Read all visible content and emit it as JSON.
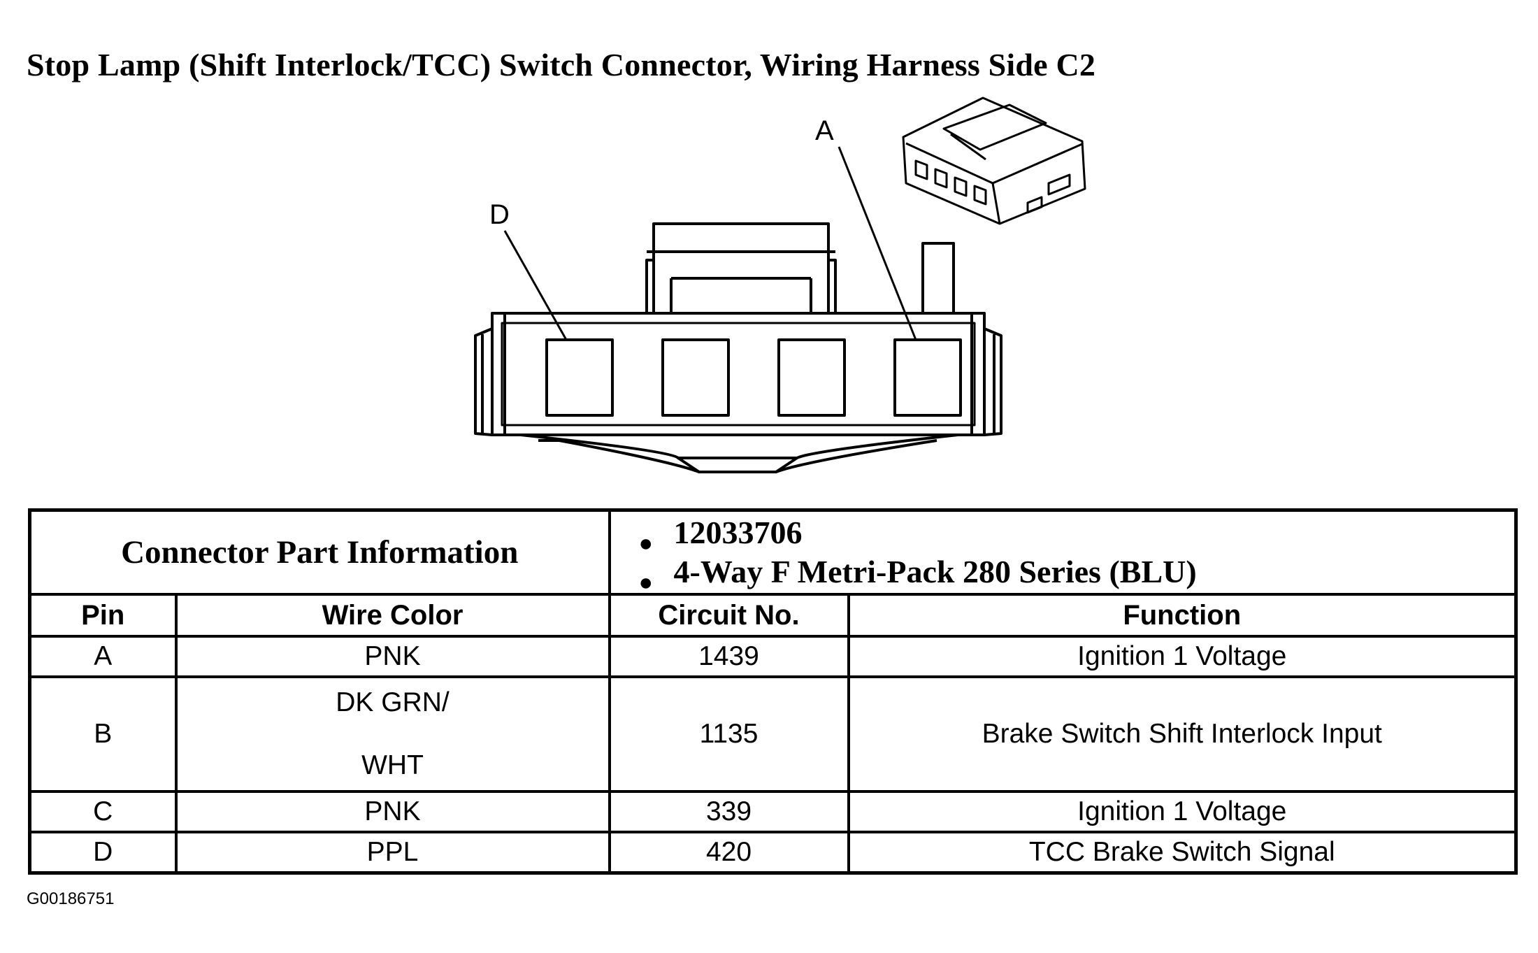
{
  "title": "Stop Lamp (Shift Interlock/TCC) Switch Connector, Wiring Harness Side C2",
  "diagram": {
    "pin_labels": {
      "a": "A",
      "d": "D"
    }
  },
  "part_info": {
    "label": "Connector Part Information",
    "items": [
      "12033706",
      "4-Way F Metri-Pack 280 Series (BLU)"
    ]
  },
  "table": {
    "headers": {
      "pin": "Pin",
      "wire_color": "Wire Color",
      "circuit": "Circuit No.",
      "function": "Function"
    },
    "rows": [
      {
        "pin": "A",
        "wire_color": "PNK",
        "circuit": "1439",
        "function": "Ignition 1 Voltage"
      },
      {
        "pin": "B",
        "wire_color_line1": "DK GRN/",
        "wire_color_line2": "WHT",
        "circuit": "1135",
        "function": "Brake Switch Shift Interlock Input"
      },
      {
        "pin": "C",
        "wire_color": "PNK",
        "circuit": "339",
        "function": "Ignition 1 Voltage"
      },
      {
        "pin": "D",
        "wire_color": "PPL",
        "circuit": "420",
        "function": "TCC Brake Switch Signal"
      }
    ]
  },
  "figure_id": "G00186751"
}
